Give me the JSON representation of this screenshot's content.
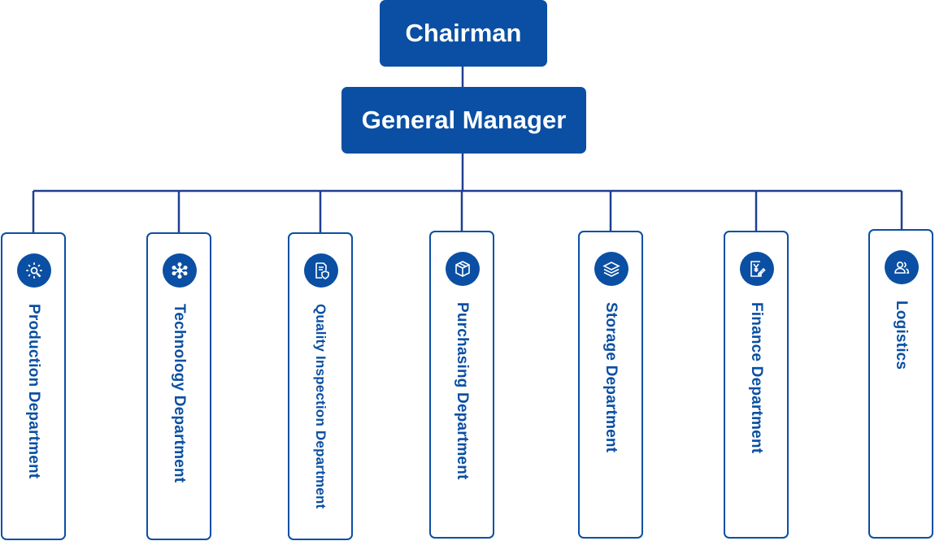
{
  "colors": {
    "primary": "#0a4fa3",
    "background": "#ffffff"
  },
  "chairman": {
    "label": "Chairman"
  },
  "general_manager": {
    "label": "General Manager"
  },
  "departments": [
    {
      "label": "Production Department",
      "icon": "gear-wrench-icon"
    },
    {
      "label": "Technology Department",
      "icon": "network-nodes-icon"
    },
    {
      "label": "Quality Inspection Department",
      "icon": "document-shield-icon"
    },
    {
      "label": "Purchasing Department",
      "icon": "package-box-icon"
    },
    {
      "label": "Storage Department",
      "icon": "layers-stack-icon"
    },
    {
      "label": "Finance Department",
      "icon": "yen-document-icon"
    },
    {
      "label": "Logistics",
      "icon": "people-group-icon"
    }
  ]
}
